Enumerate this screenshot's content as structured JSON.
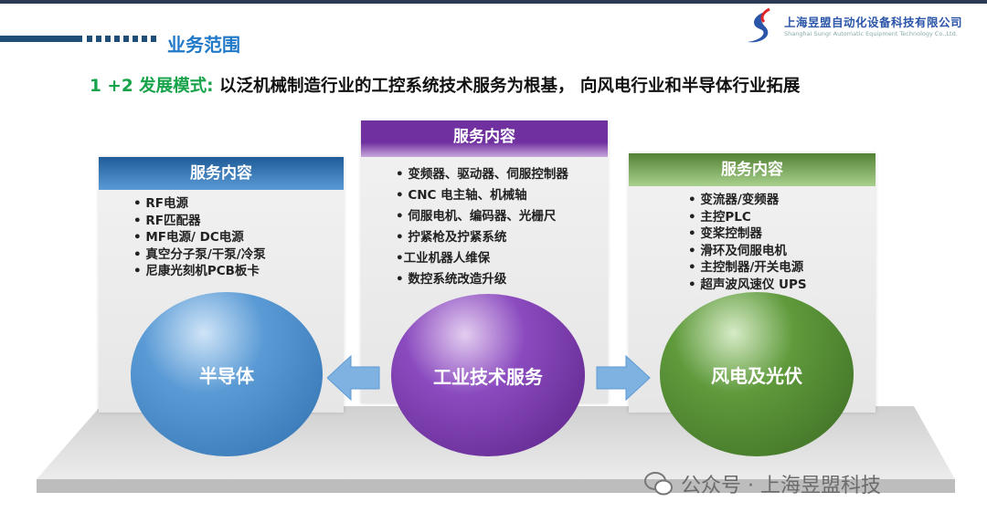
{
  "header": {
    "section_title": "业务范围",
    "company_cn": "上海昱盟自动化设备科技有限公司",
    "company_en": "Shanghai Sungr Automatic Equipment Technology Co.,Ltd."
  },
  "subtitle": {
    "highlight": "1 +2 发展模式:",
    "text": " 以泛机械制造行业的工控系统技术服务为根基， 向风电行业和半导体行业拓展"
  },
  "panels": [
    {
      "title": "服务内容",
      "color": "#2e75b6",
      "items": [
        "• RF电源",
        "• RF匹配器",
        "• MF电源/ DC电源",
        "• 真空分子泵/干泵/冷泵",
        "• 尼康光刻机PCB板卡"
      ],
      "sphere": "半导体"
    },
    {
      "title": "服务内容",
      "color": "#7030a0",
      "items": [
        "• 变频器、驱动器、伺服控制器",
        "•  CNC 电主轴、机械轴",
        "• 伺服电机、编码器、光栅尺",
        "• 拧紧枪及拧紧系统",
        "•工业机器人维保",
        "• 数控系统改造升级"
      ],
      "sphere": "工业技术服务"
    },
    {
      "title": "服务内容",
      "color": "#548235",
      "items": [
        "• 变流器/变频器",
        "• 主控PLC",
        "• 变桨控制器",
        "• 滑环及伺服电机",
        "• 主控制器/开关电源",
        "• 超声波风速仪 UPS"
      ],
      "sphere": "风电及光伏"
    }
  ],
  "watermark": "公众号 · 上海昱盟科技"
}
